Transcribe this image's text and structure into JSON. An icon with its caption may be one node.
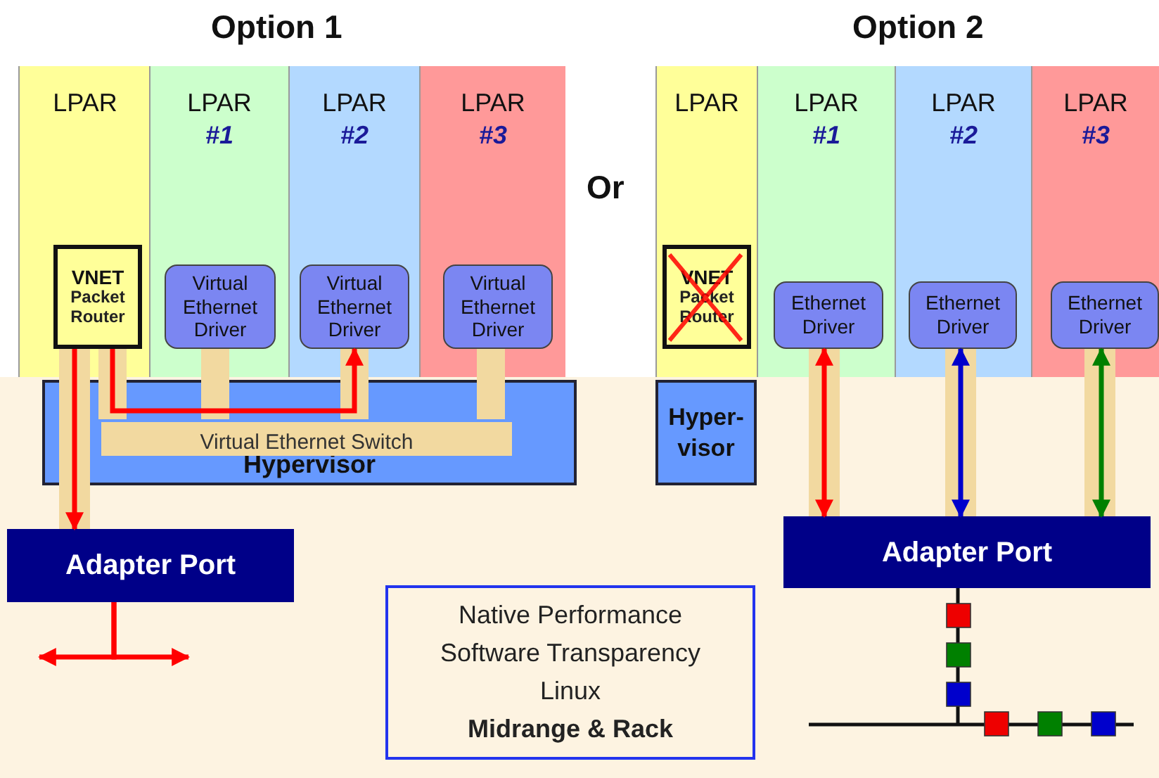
{
  "diagram": {
    "nodes": [
      {
        "text": [
          "LPAR"
        ]
      },
      {
        "text": [
          "LPAR",
          "#1"
        ]
      },
      {
        "text": [
          "LPAR",
          "#2"
        ]
      },
      {
        "text": [
          "LPAR",
          "#3"
        ]
      },
      {
        "text": [
          "VNET",
          "Packet Router"
        ],
        "in": 0
      },
      {
        "text": [
          "Virtual Ethernet Driver"
        ],
        "in": 1
      },
      {
        "text": [
          "Virtual Ethernet Driver"
        ],
        "in": 2
      },
      {
        "text": [
          "Virtual Ethernet Driver"
        ],
        "in": 3
      },
      {
        "text": [
          "Virtual Ethernet Switch"
        ],
        "in": 9
      },
      {
        "text": [
          "Hypervisor"
        ]
      },
      {
        "text": [
          "Adapter Port"
        ]
      },
      {
        "text": [
          "LPAR"
        ]
      },
      {
        "text": [
          "LPAR",
          "#1"
        ]
      },
      {
        "text": [
          "LPAR",
          "#2"
        ]
      },
      {
        "text": [
          "LPAR",
          "#3"
        ]
      },
      {
        "text": [
          "VNET",
          "Packet Router"
        ],
        "in": 11
      },
      {
        "text": [
          "Ethernet Driver"
        ],
        "in": 12
      },
      {
        "text": [
          "Ethernet Driver"
        ],
        "in": 13
      },
      {
        "text": [
          "Ethernet Driver"
        ],
        "in": 14
      },
      {
        "text": [
          "Hyper-visor"
        ]
      },
      {
        "text": [
          "Adapter Port"
        ]
      },
      {
        "text": [
          "Native Performance",
          "Software Transparency",
          "Linux",
          "Midrange & Rack"
        ]
      }
    ],
    "edges": [
      {
        "from": 4,
        "to": 10,
        "arrow": "to",
        "color": "#ff0000"
      },
      {
        "from": 4,
        "to": 6,
        "arrow": "to",
        "color": "#ff0000"
      },
      {
        "from": 4,
        "to": 8,
        "arrow": "none",
        "style": "thick",
        "color": "#f2d9a0"
      },
      {
        "from": 5,
        "to": 8,
        "arrow": "none",
        "style": "thick",
        "color": "#f2d9a0"
      },
      {
        "from": 6,
        "to": 8,
        "arrow": "none",
        "style": "thick",
        "color": "#f2d9a0"
      },
      {
        "from": 7,
        "to": 8,
        "arrow": "none",
        "style": "thick",
        "color": "#f2d9a0"
      },
      {
        "from": 10,
        "to": null,
        "arrow": "to",
        "color": "#ff0000"
      },
      {
        "from": 10,
        "to": null,
        "arrow": "to",
        "color": "#ff0000"
      },
      {
        "from": 16,
        "to": 20,
        "arrow": "both",
        "color": "#ff0000"
      },
      {
        "from": 17,
        "to": 20,
        "arrow": "both",
        "color": "#0000cc"
      },
      {
        "from": 18,
        "to": 20,
        "arrow": "both",
        "color": "#008000"
      }
    ],
    "labels": [
      "Option 1",
      "Option 2",
      "Or"
    ]
  }
}
